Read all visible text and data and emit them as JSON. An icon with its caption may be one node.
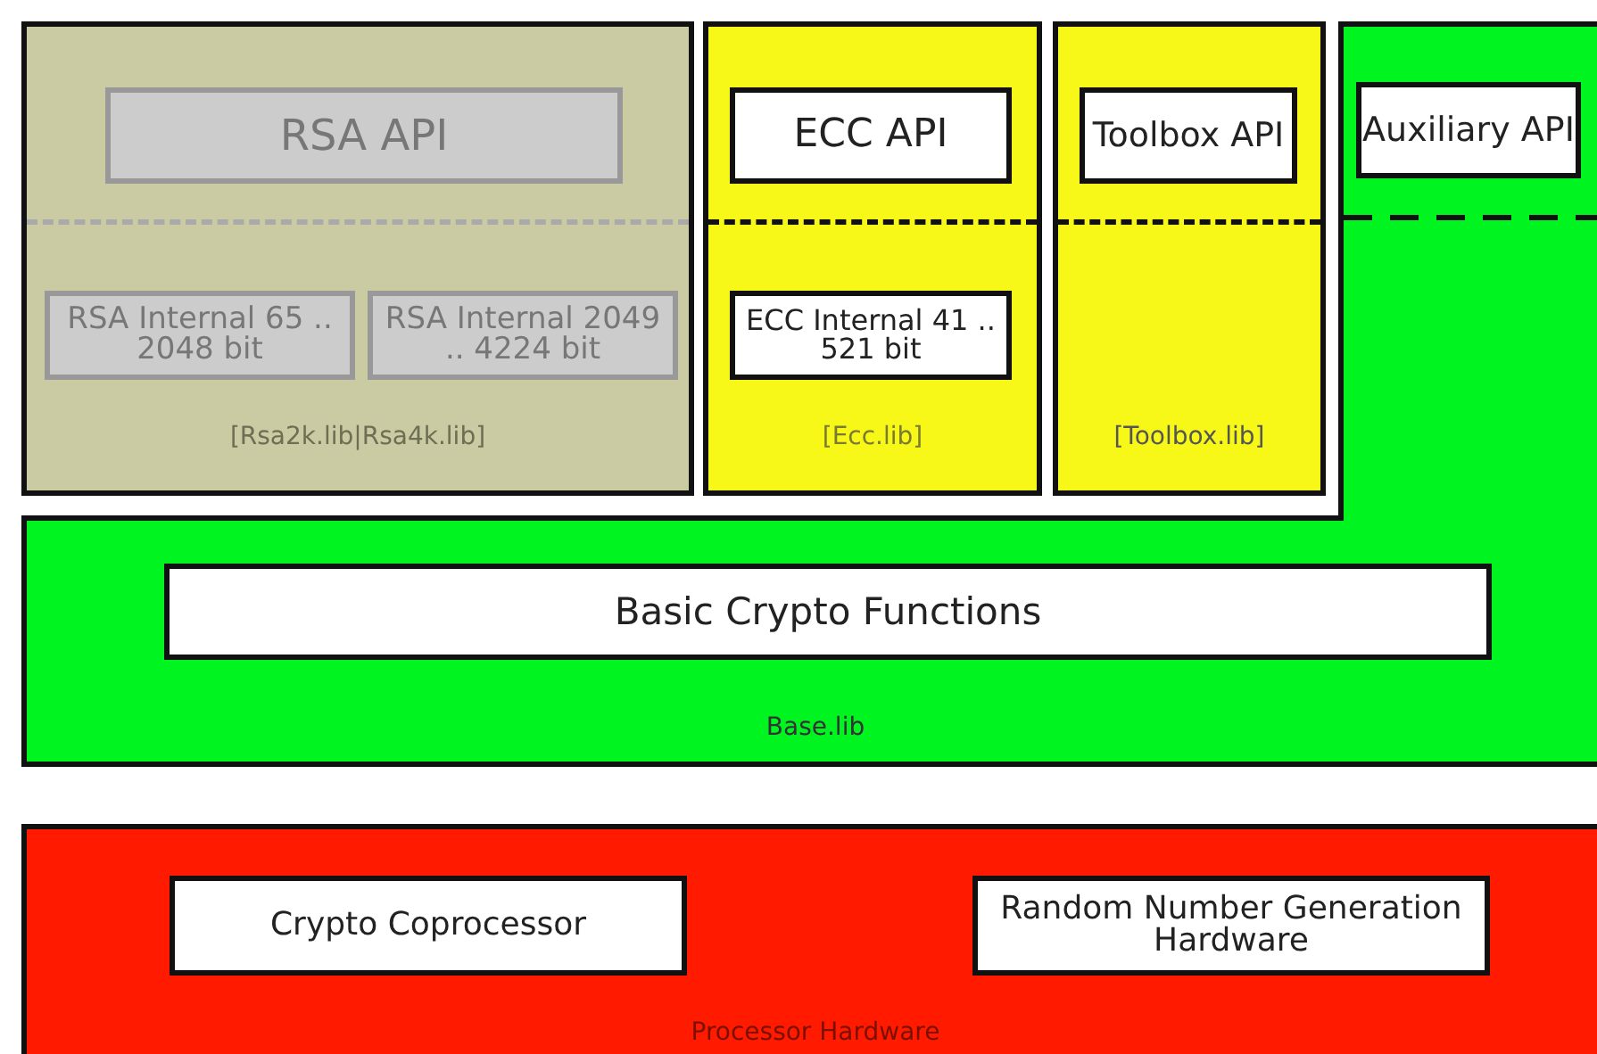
{
  "diagram": {
    "nodes": [
      {
        "text": [
          "[Rsa2k.lib|Rsa4k.lib]"
        ]
      },
      {
        "text": [
          "RSA API"
        ],
        "in": 0
      },
      {
        "text": [
          "RSA Internal 65 .. 2048 bit"
        ],
        "in": 0
      },
      {
        "text": [
          "RSA Internal 2049 .. 4224 bit"
        ],
        "in": 0
      },
      {
        "text": [
          "[Ecc.lib]"
        ]
      },
      {
        "text": [
          "ECC API"
        ],
        "in": 4
      },
      {
        "text": [
          "ECC Internal 41 .. 521 bit"
        ],
        "in": 4
      },
      {
        "text": [
          "[Toolbox.lib]"
        ]
      },
      {
        "text": [
          "Toolbox API"
        ],
        "in": 7
      },
      {
        "text": [
          "Base.lib"
        ]
      },
      {
        "text": [
          "Auxiliary API"
        ],
        "in": 9
      },
      {
        "text": [
          "Basic Crypto Functions"
        ],
        "in": 9
      },
      {
        "text": [
          "Processor Hardware"
        ]
      },
      {
        "text": [
          "Crypto Coprocessor"
        ],
        "in": 12
      },
      {
        "text": [
          "Random Number Generation Hardware"
        ],
        "in": 12
      }
    ]
  }
}
